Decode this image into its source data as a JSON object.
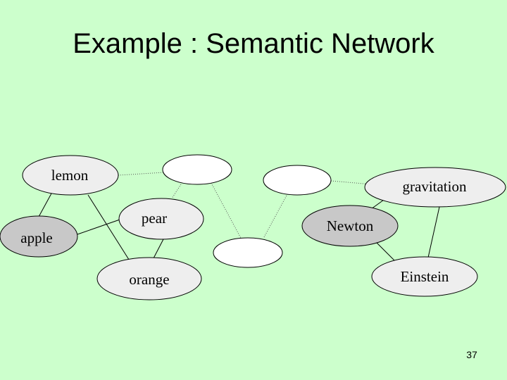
{
  "slide": {
    "title": "Example : Semantic Network",
    "page_number": "37"
  },
  "diagram": {
    "nodes": {
      "lemon": {
        "label": "lemon",
        "fill": "#eeeeee"
      },
      "apple": {
        "label": "apple",
        "fill": "#c8c8c8"
      },
      "pear": {
        "label": "pear",
        "fill": "#eeeeee"
      },
      "orange": {
        "label": "orange",
        "fill": "#eeeeee"
      },
      "blank1": {
        "label": "",
        "fill": "#ffffff"
      },
      "blank2": {
        "label": "",
        "fill": "#ffffff"
      },
      "blank3": {
        "label": "",
        "fill": "#ffffff"
      },
      "gravitation": {
        "label": "gravitation",
        "fill": "#eeeeee"
      },
      "newton": {
        "label": "Newton",
        "fill": "#c8c8c8"
      },
      "einstein": {
        "label": "Einstein",
        "fill": "#eeeeee"
      }
    },
    "edge_color": "#000000"
  }
}
